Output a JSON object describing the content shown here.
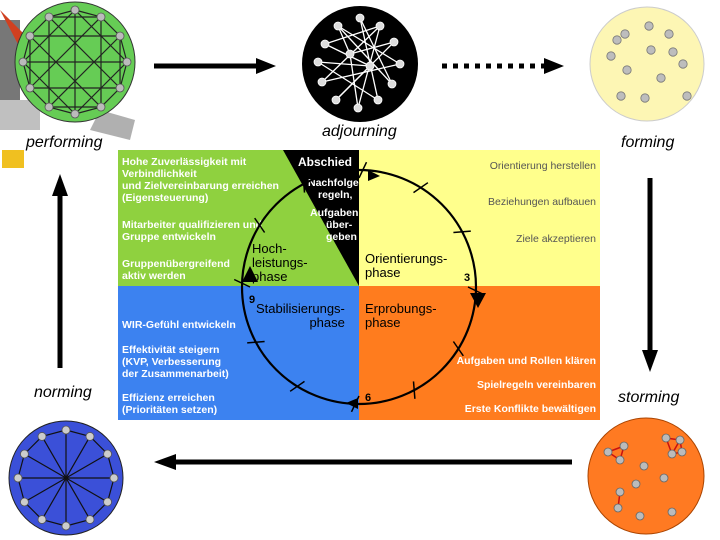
{
  "stages": {
    "performing": "performing",
    "adjourning": "adjourning",
    "forming": "forming",
    "norming": "norming",
    "storming": "storming"
  },
  "matrix": {
    "green": {
      "lines": [
        "Hohe Zuverlässigkeit mit",
        "Verbindlichkeit",
        "und Zielvereinbarung erreichen",
        "(Eigensteuerung)",
        "",
        "Mitarbeiter qualifizieren und",
        "Gruppe entwickeln",
        "",
        "Gruppenübergreifend",
        "aktiv werden"
      ],
      "phase": "Hoch-\nleistungs-\nphase"
    },
    "black": {
      "title": "Abschied",
      "lines": [
        "Nachfolge-",
        "regeln,",
        "Aufgaben",
        "über-",
        "geben"
      ]
    },
    "yellow": {
      "lines": [
        "Orientierung herstellen",
        "Beziehungen aufbauen",
        "Ziele akzeptieren"
      ],
      "phase": "Orientierungs-\nphase",
      "number": "3"
    },
    "blue": {
      "lines": [
        "WIR-Gefühl entwickeln",
        "Effektivität steigern",
        "(KVP, Verbesserung",
        "der Zusammenarbeit)",
        "Effizienz erreichen",
        "(Prioritäten setzen)"
      ],
      "phase": "Stabilisierungs-\nphase",
      "number": "9"
    },
    "orange": {
      "lines": [
        "Aufgaben und Rollen klären",
        "Spielregeln vereinbaren",
        "Erste Konflikte bewältigen"
      ],
      "phase": "Erprobungs-\nphase",
      "number": "6"
    }
  },
  "colors": {
    "green": "#8fd13f",
    "yellow": "#ffff8c",
    "blue": "#3c82f0",
    "orange": "#ff7c1e",
    "black": "#000000",
    "text_white": "#ffffff",
    "net_green": "#66cc55",
    "net_black": "#000000",
    "net_yellow": "#fdf6b4",
    "net_blue": "#3b50d8",
    "net_orange": "#ff7a22"
  },
  "icons": [
    "arrow-right-icon",
    "dotted-arrow-right-icon",
    "arrow-down-icon",
    "arrow-left-icon",
    "arrow-up-icon",
    "clock-cycle-icon"
  ]
}
